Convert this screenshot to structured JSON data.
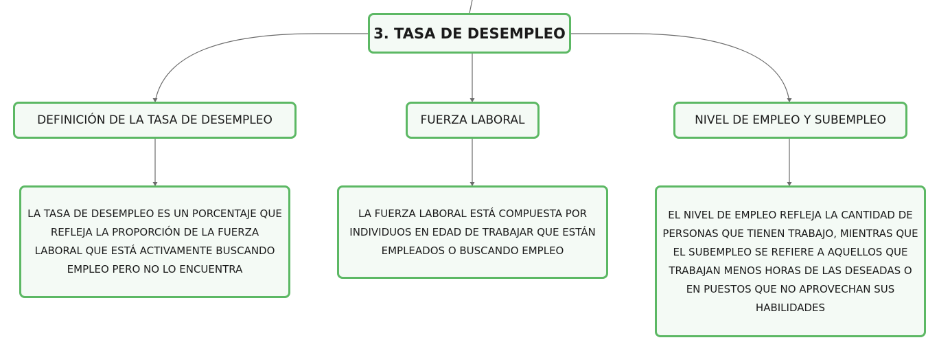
{
  "diagram": {
    "root": {
      "label": "3. TASA DE DESEMPLEO"
    },
    "branches": [
      {
        "title": "DEFINICIÓN DE LA TASA DE DESEMPLEO",
        "detail": "LA TASA DE DESEMPLEO ES UN PORCENTAJE QUE REFLEJA LA PROPORCIÓN DE LA FUERZA LABORAL QUE ESTÁ ACTIVAMENTE BUSCANDO EMPLEO PERO NO LO ENCUENTRA"
      },
      {
        "title": "FUERZA LABORAL",
        "detail": "LA FUERZA LABORAL ESTÁ COMPUESTA POR INDIVIDUOS EN EDAD DE TRABAJAR QUE ESTÁN EMPLEADOS O BUSCANDO EMPLEO"
      },
      {
        "title": "NIVEL DE EMPLEO Y SUBEMPLEO",
        "detail": "EL NIVEL DE EMPLEO REFLEJA LA CANTIDAD DE PERSONAS QUE TIENEN TRABAJO, MIENTRAS QUE EL SUBEMPLEO SE REFIERE A AQUELLOS QUE TRABAJAN MENOS HORAS DE LAS DESEADAS O EN PUESTOS QUE NO APROVECHAN SUS HABILIDADES"
      }
    ],
    "colors": {
      "node_border": "#5cb864",
      "node_fill": "#f4faf5",
      "connector": "#6b6b6b"
    }
  }
}
